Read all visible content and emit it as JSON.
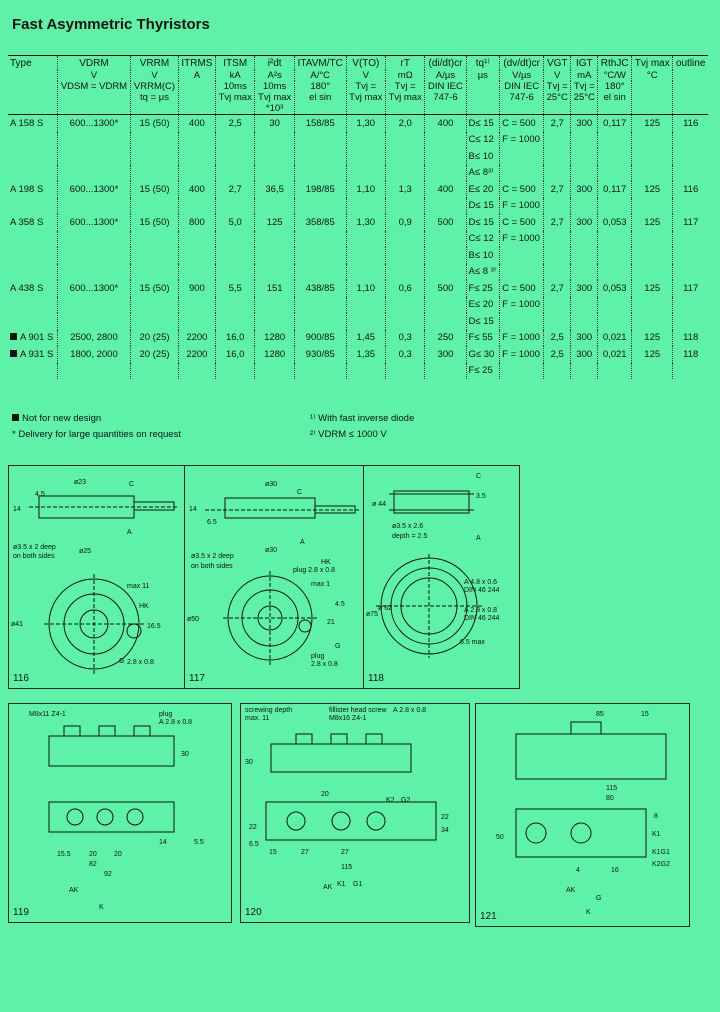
{
  "title": "Fast Asymmetric Thyristors",
  "table": {
    "header_row1": [
      "Type",
      "VDRM",
      "VRRM",
      "ITRMS",
      "ITSM",
      "i²dt",
      "ITAVM/TC",
      "V(TO)",
      "rT",
      "(di/dt)cr",
      "tq¹⁾",
      "(dv/dt)cr",
      "VGT",
      "IGT",
      "RthJC",
      "Tvj max",
      "outline"
    ],
    "header_row2": [
      "",
      "V",
      "V",
      "A",
      "kA",
      "A²s",
      "A/°C",
      "V",
      "mΩ",
      "A/µs",
      "µs",
      "V/µs",
      "V",
      "mA",
      "°C/W",
      "°C",
      ""
    ],
    "header_row3": [
      "",
      "VDSM = VDRM",
      "VRRM(C)\ntq = µs",
      "",
      "10ms\nTvj max",
      "10ms\nTvj max\n*10³",
      "180°\nel sin",
      "Tvj =\nTvj max",
      "Tvj =\nTvj max",
      "DIN IEC\n747-6",
      "",
      "DIN IEC\n747-6",
      "Tvj =\n25°C",
      "Tvj =\n25°C",
      "180°\nel sin",
      "",
      ""
    ],
    "rows": [
      {
        "marker": false,
        "type": "A 158 S",
        "vdrm": "600...1300*",
        "vrrm": "15 (50)",
        "itrms": "400",
        "itsm": "2,5",
        "i2dt": "30",
        "itavm": "158/85",
        "vto": "1,30",
        "rt": "2,0",
        "didt": "400",
        "tq": [
          "D≤ 15",
          "C≤ 12",
          "B≤ 10",
          "A≤ 8³⁾"
        ],
        "dvdt": [
          "C = 500",
          "F = 1000"
        ],
        "vgt": "2,7",
        "igt": "300",
        "rth": "0,117",
        "tvj": "125",
        "outline": "116"
      },
      {
        "marker": false,
        "type": "A 198 S",
        "vdrm": "600...1300*",
        "vrrm": "15 (50)",
        "itrms": "400",
        "itsm": "2,7",
        "i2dt": "36,5",
        "itavm": "198/85",
        "vto": "1,10",
        "rt": "1,3",
        "didt": "400",
        "tq": [
          "E≤ 20",
          "D≤ 15"
        ],
        "dvdt": [
          "C = 500",
          "F = 1000"
        ],
        "vgt": "2,7",
        "igt": "300",
        "rth": "0,117",
        "tvj": "125",
        "outline": "116"
      },
      {
        "marker": false,
        "type": "A 358 S",
        "vdrm": "600...1300*",
        "vrrm": "15 (50)",
        "itrms": "800",
        "itsm": "5,0",
        "i2dt": "125",
        "itavm": "358/85",
        "vto": "1,30",
        "rt": "0,9",
        "didt": "500",
        "tq": [
          "D≤ 15",
          "C≤ 12",
          "B≤ 10",
          "A≤ 8 ³⁾"
        ],
        "dvdt": [
          "C = 500",
          "F = 1000"
        ],
        "vgt": "2,7",
        "igt": "300",
        "rth": "0,053",
        "tvj": "125",
        "outline": "117"
      },
      {
        "marker": false,
        "type": "A 438 S",
        "vdrm": "600...1300*",
        "vrrm": "15 (50)",
        "itrms": "900",
        "itsm": "5,5",
        "i2dt": "151",
        "itavm": "438/85",
        "vto": "1,10",
        "rt": "0,6",
        "didt": "500",
        "tq": [
          "F≤ 25",
          "E≤ 20",
          "D≤ 15"
        ],
        "dvdt": [
          "C = 500",
          "F = 1000"
        ],
        "vgt": "2,7",
        "igt": "300",
        "rth": "0,053",
        "tvj": "125",
        "outline": "117"
      },
      {
        "marker": true,
        "type": "A 901 S",
        "vdrm": "2500, 2800",
        "vrrm": "20 (25)",
        "itrms": "2200",
        "itsm": "16,0",
        "i2dt": "1280",
        "itavm": "900/85",
        "vto": "1,45",
        "rt": "0,3",
        "didt": "250",
        "tq": [
          "F≤ 55"
        ],
        "dvdt": [
          "F = 1000"
        ],
        "vgt": "2,5",
        "igt": "300",
        "rth": "0,021",
        "tvj": "125",
        "outline": "118"
      },
      {
        "marker": true,
        "type": "A 931 S",
        "vdrm": "1800, 2000",
        "vrrm": "20 (25)",
        "itrms": "2200",
        "itsm": "16,0",
        "i2dt": "1280",
        "itavm": "930/85",
        "vto": "1,35",
        "rt": "0,3",
        "didt": "300",
        "tq": [
          "G≤ 30",
          "F≤ 25"
        ],
        "dvdt": [
          "F = 1000"
        ],
        "vgt": "2,5",
        "igt": "300",
        "rth": "0,021",
        "tvj": "125",
        "outline": "118"
      }
    ]
  },
  "notes": {
    "left1": "Not for new design",
    "left2": "* Delivery for large quantities on request",
    "right1": "¹⁾ With fast inverse diode",
    "right2": "²⁾ VDRM ≤ 1000 V"
  },
  "drawings": {
    "d116": {
      "label": "116",
      "dims": [
        "ø23",
        "C",
        "14",
        "4.5",
        "A",
        "ø25",
        "ø3.5 x 2 deep",
        "on both sides",
        "ø41",
        "max 11",
        "HK",
        "16.5",
        "G",
        "2.8 x 0.8"
      ]
    },
    "d117": {
      "label": "117",
      "dims": [
        "ø30",
        "C",
        "14",
        "6.5",
        "A",
        "ø30",
        "ø3.5 x 2 deep",
        "on both sides",
        "ø50",
        "HK",
        "plug 2.8 x 0.8",
        "max 1",
        "2.8 x 0.8",
        "G",
        "plug",
        "21",
        "4.5"
      ]
    },
    "d118": {
      "label": "118",
      "dims": [
        "ø 44",
        "C",
        "3.5",
        "ø3.5 x 2.6",
        "depth = 2.5",
        "A",
        "ø75",
        "ø 62",
        "A 4.8 x 0.6",
        "DIN 46 244",
        "A 2.8 x 0.8",
        "DIN 46 244",
        "6.5 max"
      ]
    },
    "d119": {
      "label": "119",
      "dims": [
        "M8x11 Z4-1",
        "plug",
        "A 2.8 x 0.8",
        "30",
        "14",
        "20",
        "20",
        "15.5",
        "82",
        "92",
        "5.5",
        "AK",
        "K"
      ]
    },
    "d120": {
      "label": "120",
      "dims": [
        "screwing depth",
        "max. 11",
        "fillister head screw",
        "M8x16 Z4-1",
        "A 2.8 x 0.8",
        "30",
        "20",
        "22",
        "27",
        "27",
        "15",
        "115",
        "6.5",
        "22",
        "34",
        "AK",
        "K1",
        "G1",
        "K2",
        "G2"
      ]
    },
    "d121": {
      "label": "121",
      "dims": [
        "85",
        "15",
        "115",
        "80",
        "50",
        "8",
        "16",
        "4",
        "AK",
        "K",
        "G",
        "K1",
        "K1G1",
        "K2G2"
      ]
    }
  }
}
